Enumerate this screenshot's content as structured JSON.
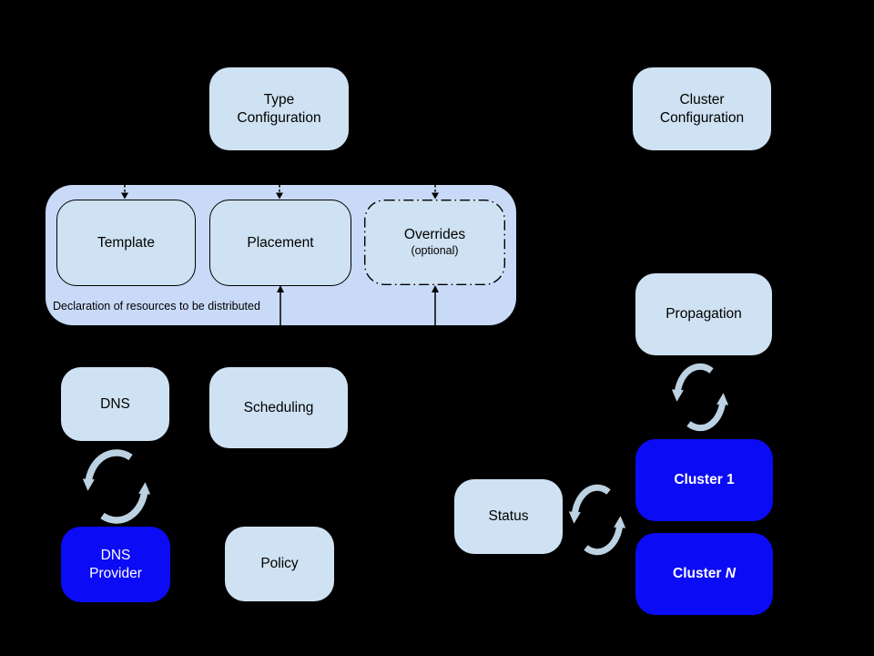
{
  "colors": {
    "bg": "#000000",
    "box_light": "#cfe2f3",
    "container_fill": "#c9daf8",
    "cluster_blue": "#0b0bf5",
    "line_color": "#000000",
    "sync_arrow": "#bcd2e2",
    "text_dark": "#000000",
    "text_light": "#ffffff"
  },
  "nodes": {
    "type_configuration": {
      "line1": "Type",
      "line2": "Configuration"
    },
    "cluster_configuration": {
      "line1": "Cluster",
      "line2": "Configuration"
    },
    "template": {
      "label": "Template"
    },
    "placement": {
      "label": "Placement"
    },
    "overrides": {
      "line1": "Overrides",
      "line2": "(optional)"
    },
    "declaration_note": {
      "label": "Declaration of resources to be distributed"
    },
    "dns": {
      "label": "DNS"
    },
    "scheduling": {
      "label": "Scheduling"
    },
    "dns_provider": {
      "line1": "DNS",
      "line2": "Provider"
    },
    "policy": {
      "label": "Policy"
    },
    "propagation": {
      "label": "Propagation"
    },
    "status": {
      "label": "Status"
    },
    "cluster_1": {
      "label": "Cluster 1"
    },
    "cluster_n": {
      "prefix": "Cluster ",
      "suffix": "N"
    }
  },
  "arrows": [
    {
      "at": "template-top",
      "direction": "down",
      "style": "dashed"
    },
    {
      "at": "placement-top",
      "direction": "down",
      "style": "dashed"
    },
    {
      "at": "overrides-top",
      "direction": "down",
      "style": "dashed"
    },
    {
      "at": "placement-bottom",
      "direction": "up",
      "style": "solid"
    },
    {
      "at": "overrides-bottom",
      "direction": "up",
      "style": "solid"
    }
  ],
  "sync_icons": [
    {
      "between": [
        "dns",
        "dns_provider"
      ]
    },
    {
      "between": [
        "propagation",
        "cluster_1"
      ]
    },
    {
      "between": [
        "status",
        "clusters"
      ]
    }
  ]
}
